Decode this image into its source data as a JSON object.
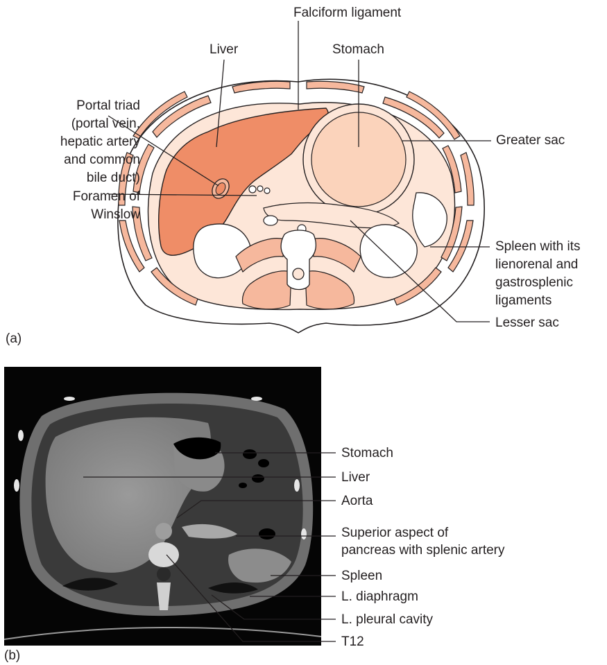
{
  "panel_a": {
    "panel_label": "(a)",
    "labels": {
      "falciform": "Falciform ligament",
      "liver": "Liver",
      "stomach": "Stomach",
      "portal_triad": [
        "Portal triad",
        "(portal vein,",
        "hepatic artery",
        "and common",
        "bile duct)"
      ],
      "greater_sac": "Greater sac",
      "foramen": [
        "Foramen of",
        "Winslow"
      ],
      "spleen": [
        "Spleen with its",
        "lienorenal and",
        "gastrosplenic",
        "ligaments"
      ],
      "lesser_sac": "Lesser sac"
    },
    "colors": {
      "liver": "#ef8d67",
      "peritoneum": "#fde6d8",
      "muscle": "#f6b89d",
      "outline": "#231f20"
    }
  },
  "panel_b": {
    "panel_label": "(b)",
    "labels": {
      "stomach": "Stomach",
      "liver": "Liver",
      "aorta": "Aorta",
      "pancreas": [
        "Superior aspect of",
        "pancreas with splenic artery"
      ],
      "spleen": "Spleen",
      "l_diaphragm": "L. diaphragm",
      "l_pleural": "L. pleural cavity",
      "t12": "T12"
    }
  }
}
